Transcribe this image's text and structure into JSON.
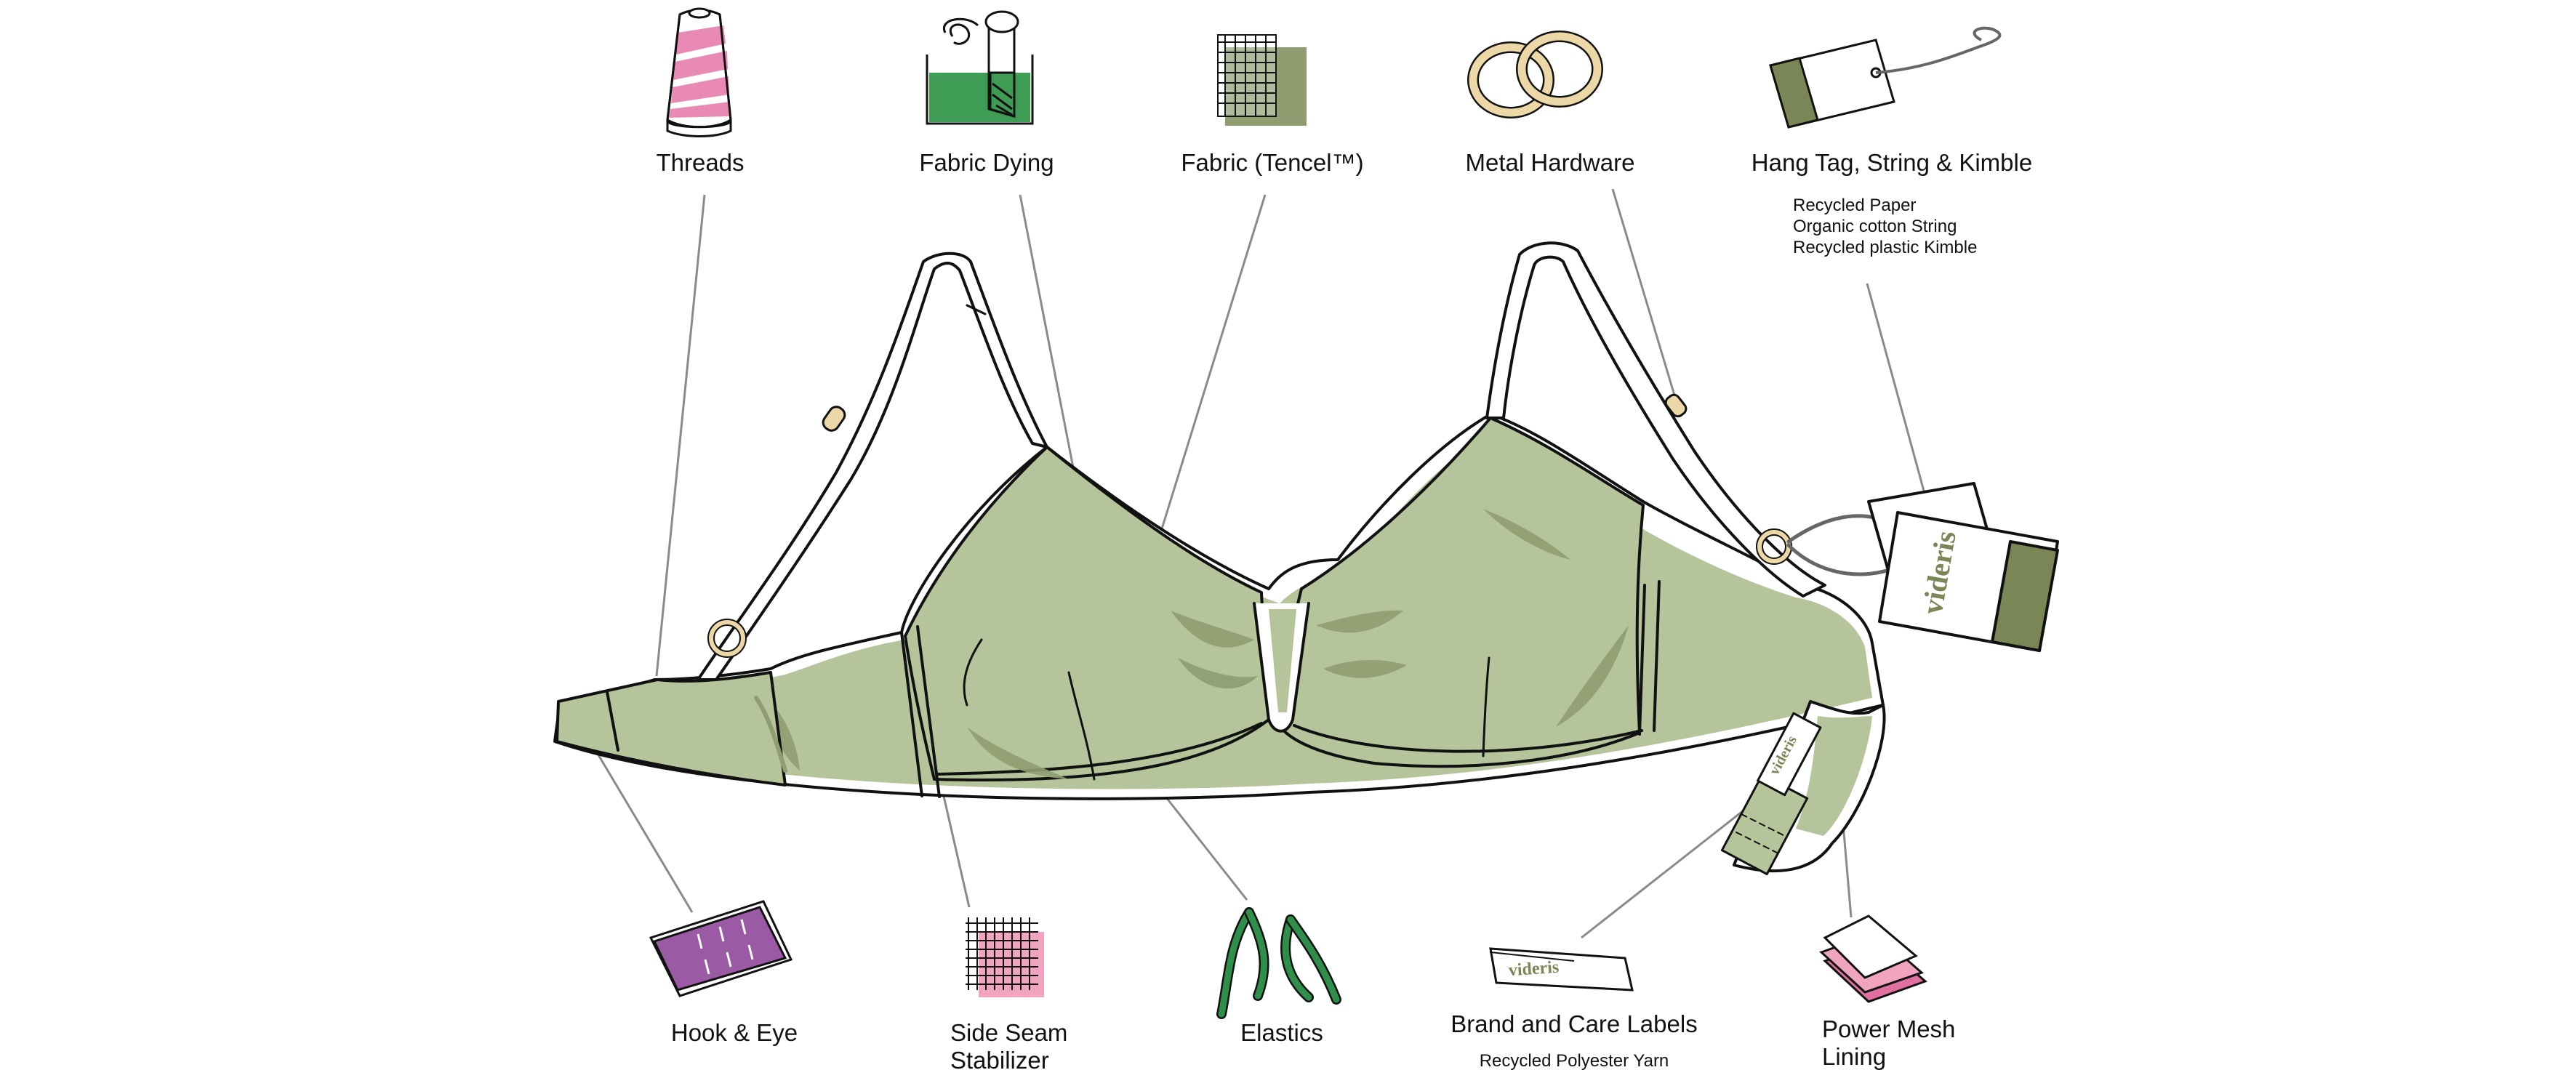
{
  "components_top": [
    {
      "id": "threads",
      "label": "Threads",
      "icon": "thread-spool-icon"
    },
    {
      "id": "fabric-dying",
      "label": "Fabric Dying",
      "icon": "dye-vat-icon"
    },
    {
      "id": "fabric",
      "label": "Fabric (Tencel™)",
      "icon": "fabric-swatch-icon"
    },
    {
      "id": "metal-hardware",
      "label": "Metal Hardware",
      "icon": "metal-rings-icon"
    },
    {
      "id": "hang-tag",
      "label": "Hang Tag, String & Kimble",
      "icon": "hang-tag-icon",
      "details": [
        "Recycled Paper",
        "Organic cotton String",
        "Recycled plastic Kimble"
      ]
    }
  ],
  "components_bottom": [
    {
      "id": "hook-eye",
      "label": "Hook & Eye",
      "icon": "hook-eye-tape-icon"
    },
    {
      "id": "side-seam",
      "label_lines": [
        "Side Seam",
        "Stabilizer"
      ],
      "icon": "mesh-grid-icon"
    },
    {
      "id": "elastics",
      "label": "Elastics",
      "icon": "elastic-ribbon-icon"
    },
    {
      "id": "labels",
      "label": "Brand and Care Labels",
      "icon": "brand-label-icon",
      "details": [
        "Recycled Polyester Yarn"
      ]
    },
    {
      "id": "power-mesh",
      "label_lines": [
        "Power Mesh",
        "Lining"
      ],
      "icon": "mesh-layers-icon"
    }
  ],
  "brand_wordmark": "videris",
  "colors": {
    "fabric_green": "#b6c49b",
    "fabric_shadow": "#8f9d71",
    "tag_green": "#7b8656",
    "spool_pink": "#e88ab4",
    "dye_green": "#3f9c55",
    "hook_purple": "#9b5aa4",
    "ring_gold": "#ecd8a6",
    "elastic_green": "#2f8f4a",
    "mesh_pink": "#f0a4c0",
    "leader_grey": "#888888"
  }
}
